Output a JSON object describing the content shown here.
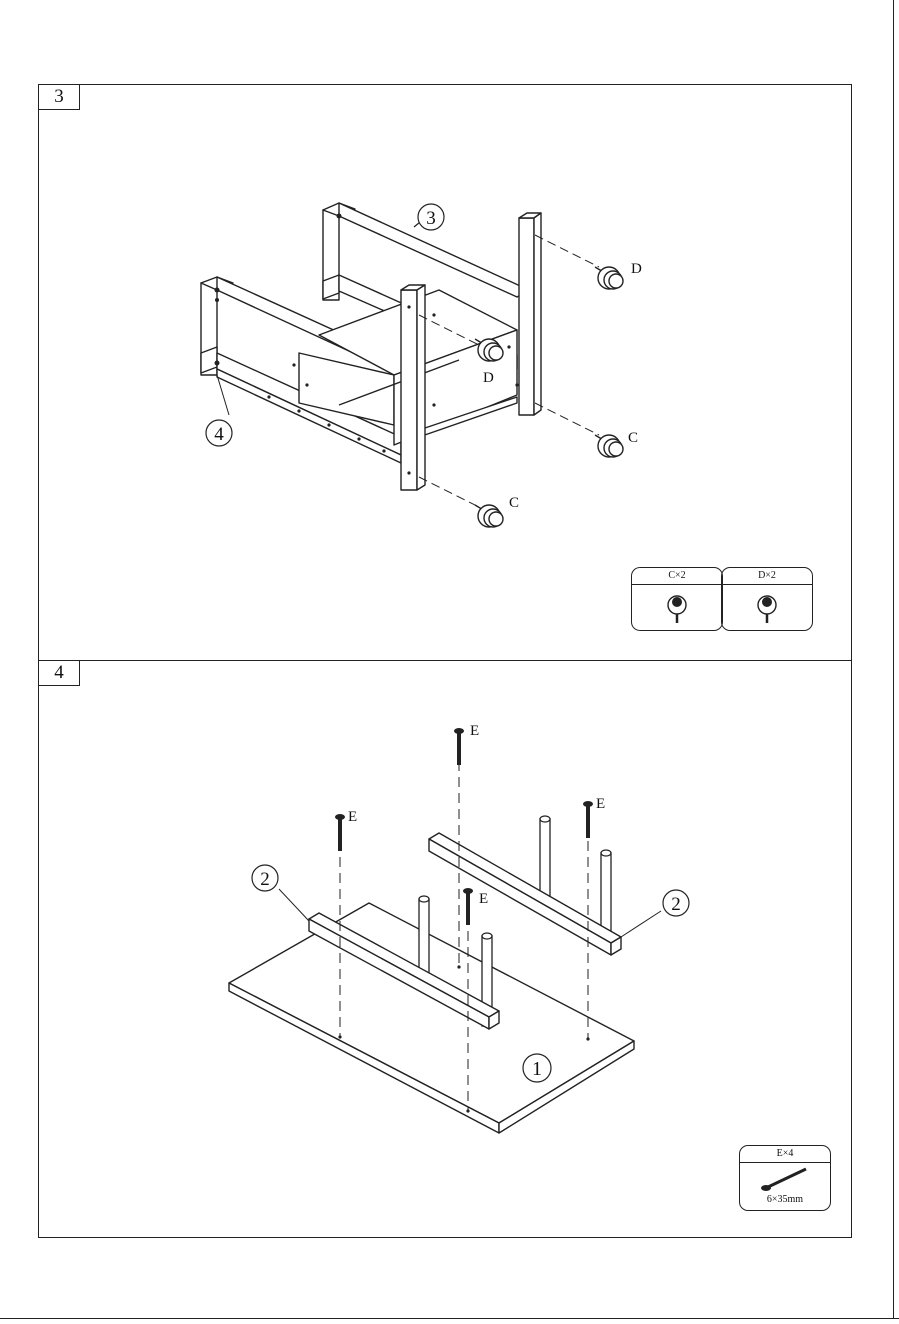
{
  "step3": {
    "step_number": "3",
    "callouts": {
      "part_3": "3",
      "part_4": "4",
      "caster_d_1": "D",
      "caster_d_2": "D",
      "caster_c_1": "C",
      "caster_c_2": "C"
    },
    "hardware": [
      {
        "label": "C×2",
        "icon": "caster-wheel-icon"
      },
      {
        "label": "D×2",
        "icon": "caster-wheel-icon"
      }
    ]
  },
  "step4": {
    "step_number": "4",
    "callouts": {
      "part_1": "1",
      "part_2_left": "2",
      "part_2_right": "2",
      "screw_e_1": "E",
      "screw_e_2": "E",
      "screw_e_3": "E",
      "screw_e_4": "E"
    },
    "hardware": {
      "label": "E×4",
      "icon": "screw-icon",
      "size": "6×35mm"
    }
  }
}
